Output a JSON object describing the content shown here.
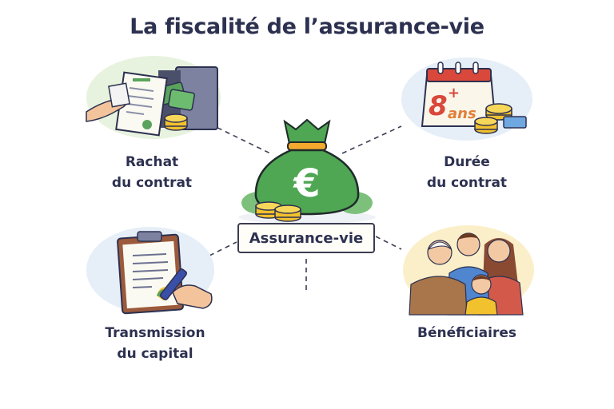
{
  "title": "La fiscalité de l’assurance-vie",
  "center": {
    "label": "Assurance-vie",
    "icon": "money-bag-euro-icon",
    "symbol": "€"
  },
  "nodes": [
    {
      "id": "rachat",
      "line1": "Rachat",
      "line2": "du contrat",
      "icon": "contract-safe-icon"
    },
    {
      "id": "duree",
      "line1": "Durée",
      "line2": "du contrat",
      "icon": "calendar-icon",
      "calendar_number": "8",
      "calendar_plus": "+",
      "calendar_unit": "ans"
    },
    {
      "id": "transmission",
      "line1": "Transmission",
      "line2": "du capital",
      "icon": "clipboard-signing-icon"
    },
    {
      "id": "beneficiaires",
      "line1": "Bénéficiaires",
      "line2": "",
      "icon": "family-icon"
    }
  ],
  "colors": {
    "title": "#2d3150",
    "bag_green": "#4fa653",
    "gold": "#f2c12e",
    "calendar_red": "#d9483b",
    "accent_orange": "#e07f3a"
  }
}
